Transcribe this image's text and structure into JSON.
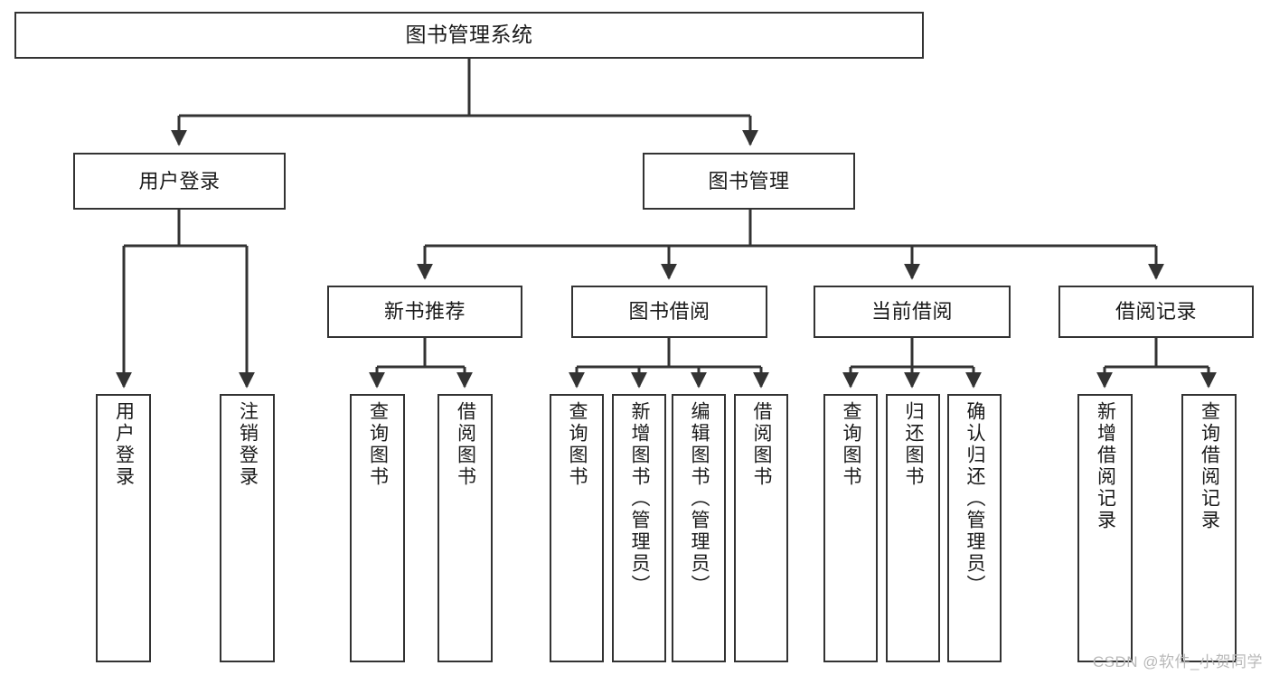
{
  "diagram": {
    "title": "图书管理系统",
    "type": "tree-hierarchy-diagram",
    "colors": {
      "box_border": "#333333",
      "box_fill": "#ffffff",
      "connector": "#333333",
      "text": "#1a1a1a",
      "watermark": "#b9b9b9",
      "background": "#ffffff"
    }
  },
  "root": {
    "label": "图书管理系统"
  },
  "level2": [
    {
      "label": "用户登录"
    },
    {
      "label": "图书管理"
    }
  ],
  "level3": [
    {
      "label": "新书推荐"
    },
    {
      "label": "图书借阅"
    },
    {
      "label": "当前借阅"
    },
    {
      "label": "借阅记录"
    }
  ],
  "leaves": {
    "user_login": [
      {
        "label": "用户登录"
      },
      {
        "label": "注销登录"
      }
    ],
    "new_book_recommend": [
      {
        "label": "查询图书"
      },
      {
        "label": "借阅图书"
      }
    ],
    "book_borrow": [
      {
        "label": "查询图书"
      },
      {
        "label": "新增图书（管理员）"
      },
      {
        "label": "编辑图书（管理员）"
      },
      {
        "label": "借阅图书"
      }
    ],
    "current_borrow": [
      {
        "label": "查询图书"
      },
      {
        "label": "归还图书"
      },
      {
        "label": "确认归还（管理员）"
      }
    ],
    "borrow_record": [
      {
        "label": "新增借阅记录"
      },
      {
        "label": "查询借阅记录"
      }
    ]
  },
  "watermark": {
    "text": "CSDN @软件_小贺同学"
  }
}
